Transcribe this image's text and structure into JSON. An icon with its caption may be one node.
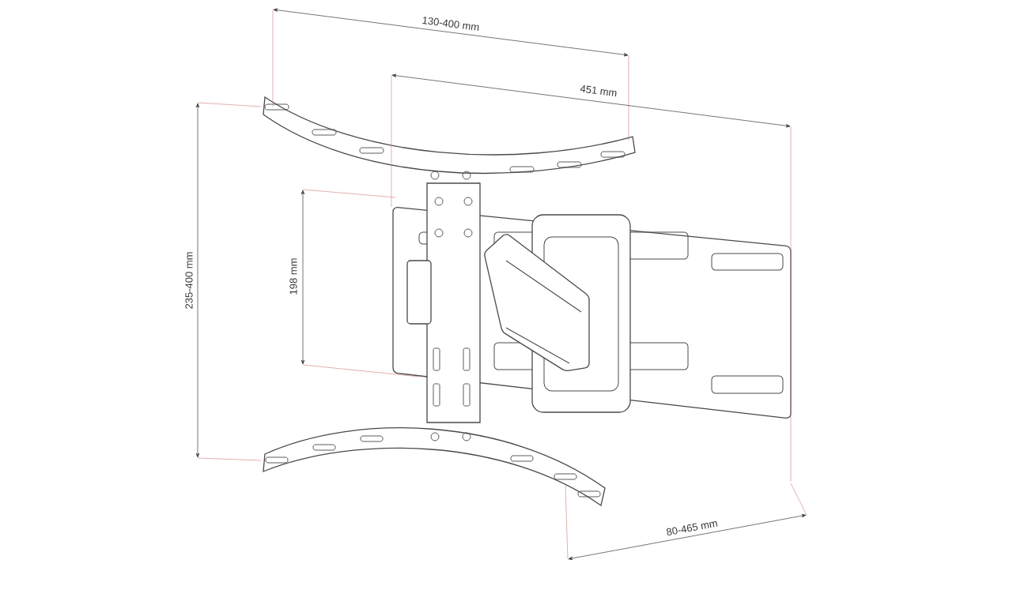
{
  "diagram": {
    "labels": [
      "130-400 mm",
      "451 mm",
      "235-400 mm",
      "198 mm",
      "80-465 mm"
    ]
  }
}
